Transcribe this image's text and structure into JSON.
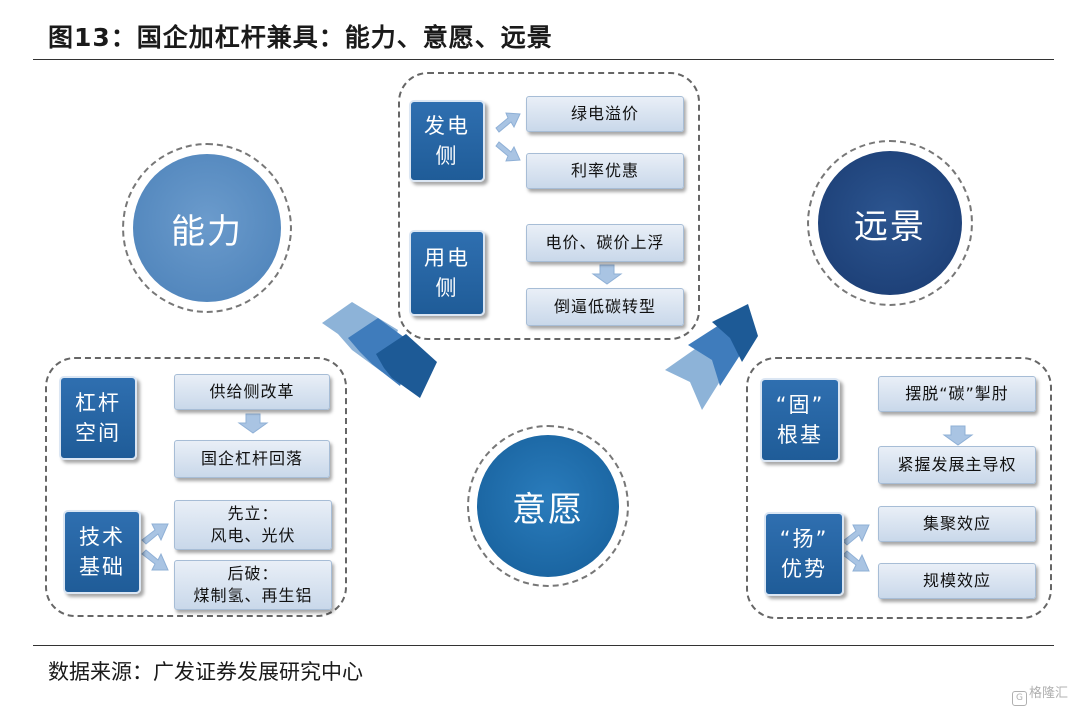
{
  "title": "图13：国企加杠杆兼具：能力、意愿、远景",
  "source": "数据来源：广发证券发展研究中心",
  "watermark": "格隆汇",
  "circles": {
    "ability": "能力",
    "willingness": "意愿",
    "vision": "远景"
  },
  "willingness_group": {
    "supply_side": {
      "label_line1": "发电",
      "label_line2": "侧",
      "items": [
        "绿电溢价",
        "利率优惠"
      ]
    },
    "demand_side": {
      "label_line1": "用电",
      "label_line2": "侧",
      "items": [
        "电价、碳价上浮",
        "倒逼低碳转型"
      ]
    }
  },
  "ability_group": {
    "leverage": {
      "label_line1": "杠杆",
      "label_line2": "空间",
      "items": [
        "供给侧改革",
        "国企杠杆回落"
      ]
    },
    "tech": {
      "label_line1": "技术",
      "label_line2": "基础",
      "items": [
        {
          "line1": "先立：",
          "line2": "风电、光伏"
        },
        {
          "line1": "后破：",
          "line2": "煤制氢、再生铝"
        }
      ]
    }
  },
  "vision_group": {
    "consolidate": {
      "label_line1": "“固”",
      "label_line2": "根基",
      "items": [
        "摆脱“碳”掣肘",
        "紧握发展主导权"
      ]
    },
    "promote": {
      "label_line1": "“扬”",
      "label_line2": "优势",
      "items": [
        "集聚效应",
        "规模效应"
      ]
    }
  },
  "colors": {
    "side_box": "#2464a6",
    "item_box": "#d6e1ee",
    "ability_circle": "#4f86be",
    "willingness_circle": "#1b6aa8",
    "vision_circle": "#1d3f78",
    "chevron_dark": "#1d5a96",
    "chevron_light": "#8db3d8"
  }
}
